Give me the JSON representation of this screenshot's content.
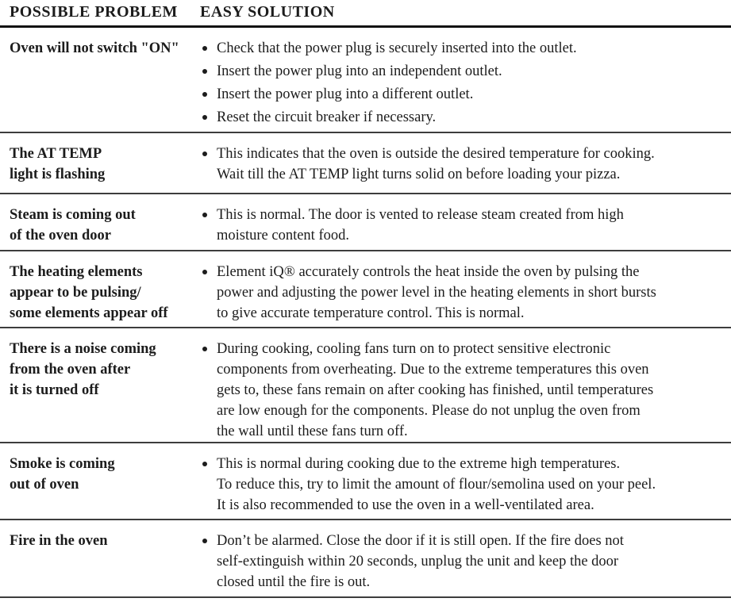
{
  "table": {
    "headers": {
      "problem": "POSSIBLE PROBLEM",
      "solution": "EASY SOLUTION"
    },
    "rows": [
      {
        "problem": "Oven will not switch \"ON\"",
        "bullets": [
          "Check that the power plug is securely inserted into the outlet.",
          "Insert the power plug into an independent outlet.",
          "Insert the power plug into a different outlet.",
          "Reset the circuit breaker if necessary."
        ]
      },
      {
        "problem": "The AT TEMP\nlight is flashing",
        "bullets": [
          "This indicates that the oven is outside the desired temperature for cooking.\nWait till the AT TEMP light turns solid on before loading your pizza."
        ]
      },
      {
        "problem": "Steam is coming out\nof the oven door",
        "bullets": [
          "This is normal. The door is vented to release steam created from high\nmoisture content food."
        ]
      },
      {
        "problem": "The heating elements\nappear to be pulsing/\nsome elements appear off",
        "bullets": [
          "Element iQ® accurately controls the heat inside the oven by pulsing the\npower and adjusting the power level in the heating elements in short bursts\nto give accurate temperature control. This is normal."
        ]
      },
      {
        "problem": "There is a noise coming\nfrom the oven after\nit is turned off",
        "bullets": [
          "During cooking, cooling fans turn on to protect sensitive electronic\ncomponents from overheating. Due to the extreme temperatures this oven\ngets to, these fans remain on after cooking has finished, until temperatures\nare low enough for the components. Please do not unplug the oven from\nthe wall until these fans turn off."
        ]
      },
      {
        "problem": "Smoke is coming\nout of oven",
        "bullets": [
          "This is normal during cooking due to the extreme high temperatures.\nTo reduce this, try to limit the amount of flour/semolina used on your peel.\nIt is also recommended to use the oven in a well-ventilated area."
        ]
      },
      {
        "problem": "Fire in the oven",
        "bullets": [
          "Don’t be alarmed. Close the door if it is still open. If the fire does not\nself-extinguish within 20 seconds, unplug the unit and keep the door\nclosed until the fire is out."
        ]
      }
    ]
  },
  "colors": {
    "text": "#1c1c1c",
    "header_rule": "#111111",
    "row_rule": "#3d3d3d",
    "background": "#ffffff"
  }
}
